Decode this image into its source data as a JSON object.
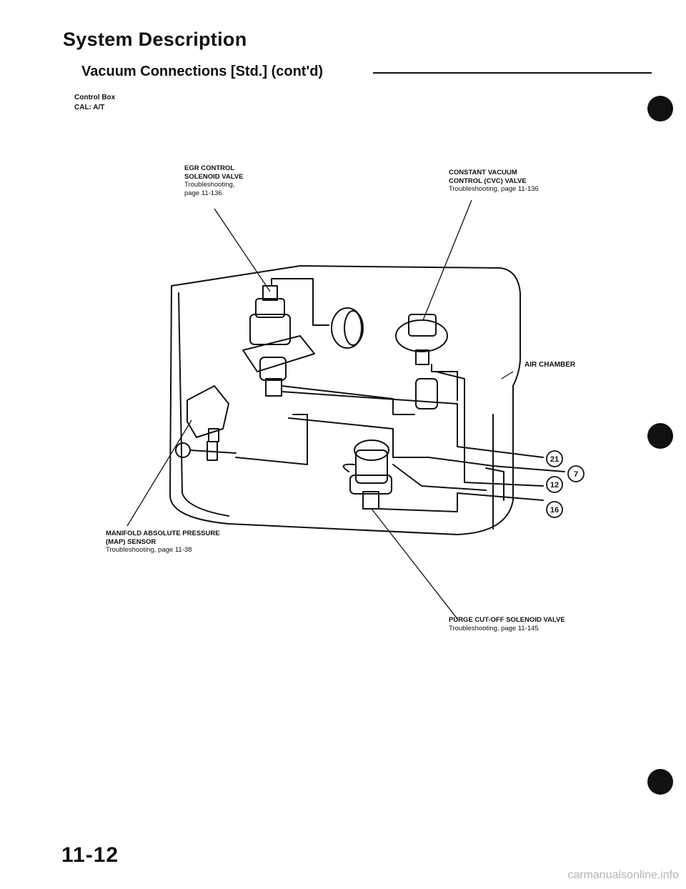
{
  "header": {
    "title": "System Description",
    "section": "Vacuum Connections [Std.] (cont'd)"
  },
  "control_box": {
    "line1": "Control Box",
    "line2": "CAL: A/T"
  },
  "callouts": {
    "egr": {
      "heading_lines": [
        "EGR CONTROL",
        "SOLENOID VALVE"
      ],
      "ref_lines": [
        "Troubleshooting,",
        "page 11-136"
      ]
    },
    "cvc": {
      "heading_lines": [
        "CONSTANT VACUUM",
        "CONTROL (CVC) VALVE"
      ],
      "ref_lines": [
        "Troubleshooting, page 11-136"
      ]
    },
    "air_chamber": "AIR CHAMBER",
    "map": {
      "heading_lines": [
        "MANIFOLD ABSOLUTE PRESSURE",
        "(MAP) SENSOR"
      ],
      "ref_lines": [
        "Troubleshooting, page 11-38"
      ]
    },
    "purge": {
      "heading_lines": [
        "PURGE CUT-OFF SOLENOID VALVE"
      ],
      "ref_lines": [
        "Troubleshooting, page 11-145"
      ]
    }
  },
  "hose_numbers": [
    "21",
    "7",
    "12",
    "16"
  ],
  "page_number": "11-12",
  "watermark": "carmanualsonline.info"
}
